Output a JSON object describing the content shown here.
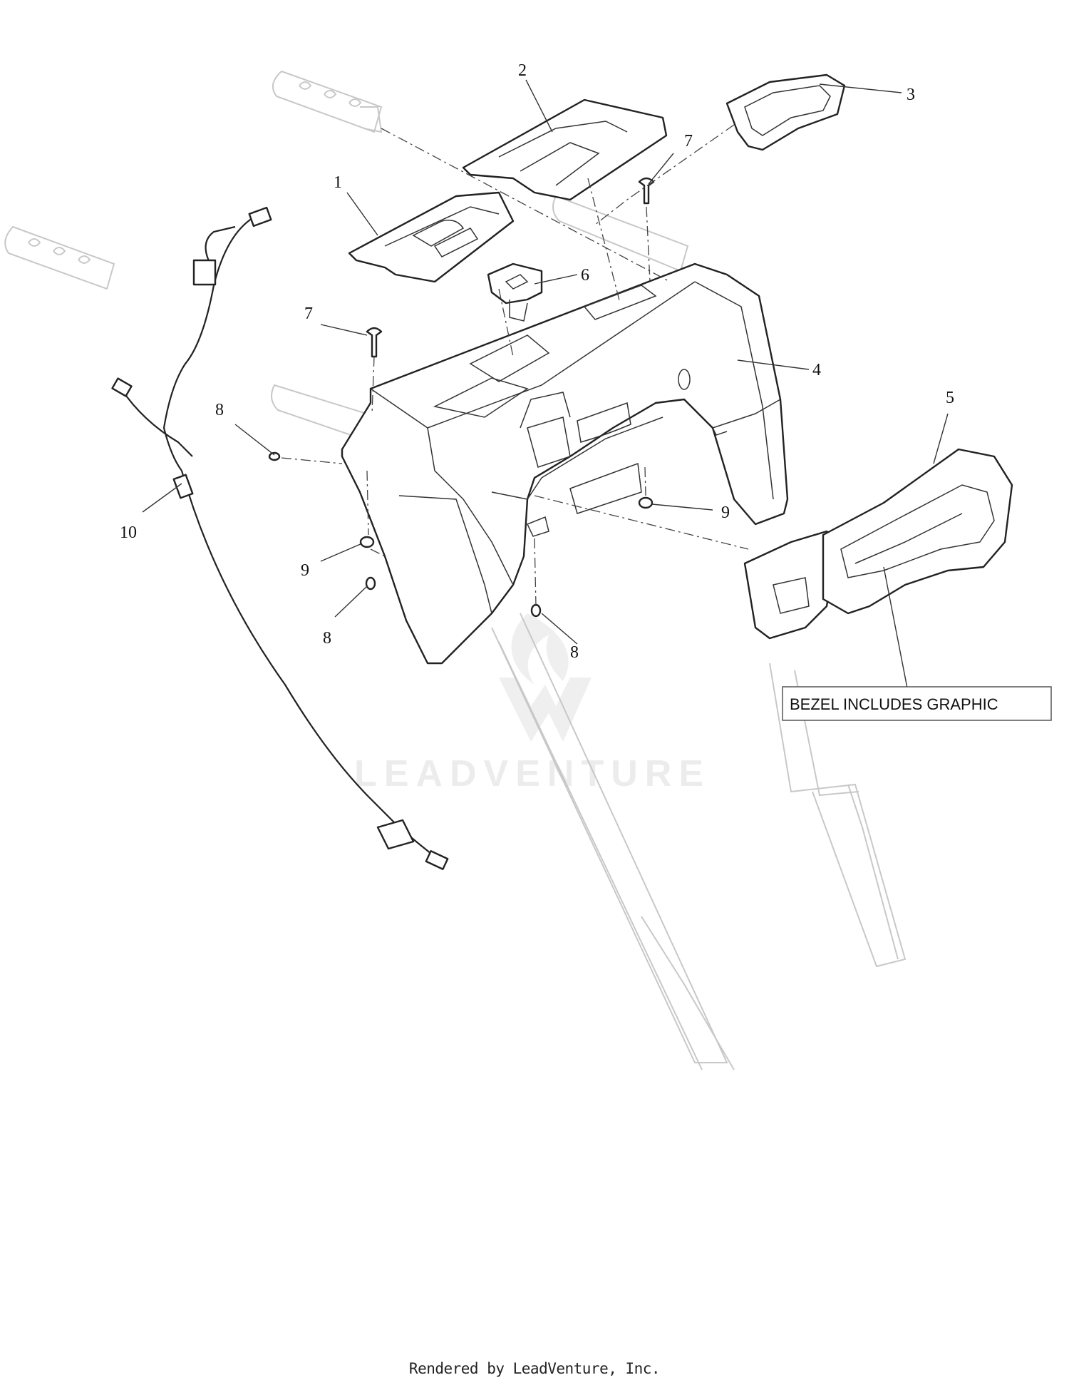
{
  "watermark": "LEADVENTURE",
  "note": "BEZEL INCLUDES GRAPHIC",
  "footer": "Rendered by LeadVenture, Inc.",
  "callouts": [
    "1",
    "2",
    "3",
    "4",
    "5",
    "6",
    "7",
    "7",
    "8",
    "8",
    "8",
    "9",
    "9",
    "10"
  ]
}
